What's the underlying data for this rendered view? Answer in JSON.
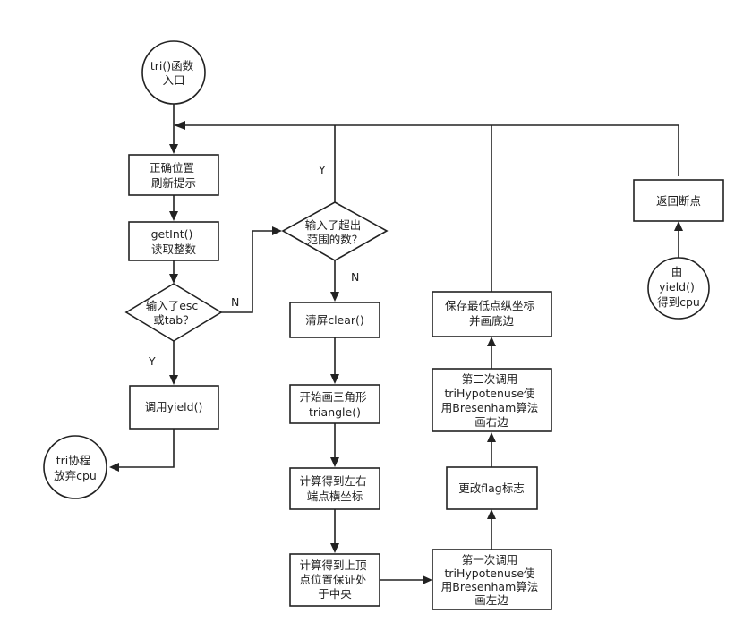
{
  "nodes": {
    "entry": {
      "lines": [
        "tri()函数",
        "入口"
      ]
    },
    "refresh": {
      "lines": [
        "正确位置",
        "刷新提示"
      ]
    },
    "getint": {
      "lines": [
        "getInt()",
        "读取整数"
      ]
    },
    "esc_check": {
      "lines": [
        "输入了esc",
        "或tab？"
      ]
    },
    "range_check": {
      "lines": [
        "输入了超出",
        "范围的数？"
      ]
    },
    "yield_call": {
      "lines": [
        "调用yield()"
      ]
    },
    "give_up": {
      "lines": [
        "tri协程",
        "放弃cpu"
      ]
    },
    "clear": {
      "lines": [
        "清屏clear()"
      ]
    },
    "start_triangle": {
      "lines": [
        "开始画三角形",
        "triangle()"
      ]
    },
    "calc_lr": {
      "lines": [
        "计算得到左右",
        "端点横坐标"
      ]
    },
    "calc_top": {
      "lines": [
        "计算得到上顶",
        "点位置保证处",
        "于中央"
      ]
    },
    "first_hyp": {
      "lines": [
        "第一次调用",
        "triHypotenuse使",
        "用Bresenham算法",
        "画左边"
      ]
    },
    "change_flag": {
      "lines": [
        "更改flag标志"
      ]
    },
    "second_hyp": {
      "lines": [
        "第二次调用",
        "triHypotenuse使",
        "用Bresenham算法",
        "画右边"
      ]
    },
    "save_bottom": {
      "lines": [
        "保存最低点纵坐标",
        "并画底边"
      ]
    },
    "return_bp": {
      "lines": [
        "返回断点"
      ]
    },
    "yield_got": {
      "lines": [
        "由",
        "yield()",
        "得到cpu"
      ]
    }
  },
  "edge_labels": {
    "esc_no": "N",
    "esc_yes": "Y",
    "range_yes": "Y",
    "range_no": "N"
  }
}
